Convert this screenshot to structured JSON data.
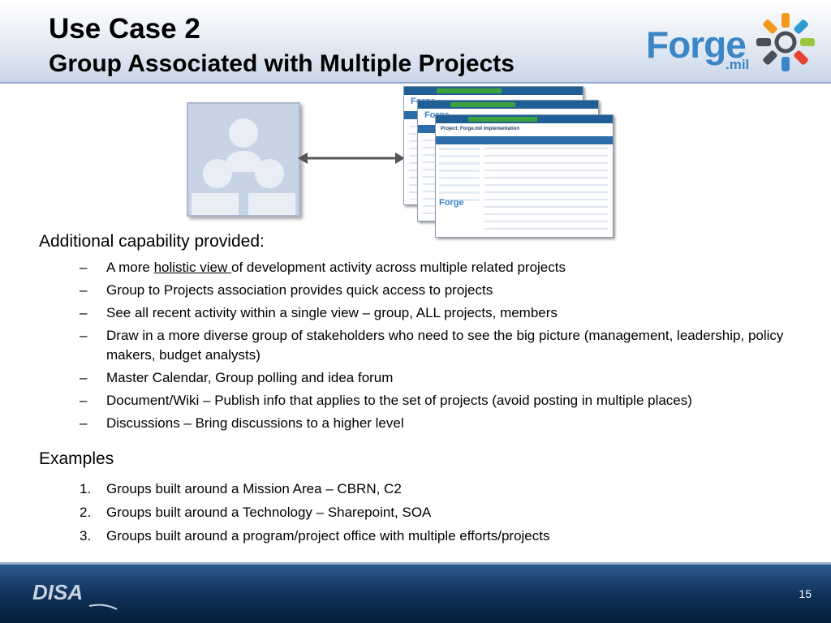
{
  "slide": {
    "title_line1": "Use Case 2",
    "title_line2": "Group Associated with Multiple Projects",
    "page_number": "15"
  },
  "logo": {
    "brand": "Forge",
    "suffix": ".mil",
    "footer_brand": "DISA"
  },
  "capability": {
    "heading": "Additional capability provided:",
    "items": [
      {
        "before": "A more ",
        "underlined": "holistic view ",
        "after": "of development activity across multiple related projects"
      },
      {
        "text": "Group to Projects association provides quick access to projects"
      },
      {
        "text": "See all recent activity within a single view – group, ALL projects, members"
      },
      {
        "text": "Draw in a more diverse group of stakeholders who need to see the big picture (management, leadership, policy makers, budget analysts)"
      },
      {
        "text": "Master Calendar, Group polling and idea forum"
      },
      {
        "text": "Document/Wiki – Publish info that applies to the set of projects (avoid posting in multiple places)"
      },
      {
        "text": "Discussions – Bring discussions to a higher level"
      }
    ],
    "bullet_marker": "–"
  },
  "examples": {
    "heading": "Examples",
    "items": [
      {
        "num": "1.",
        "text": "Groups built around a Mission Area – CBRN, C2"
      },
      {
        "num": "2.",
        "text": "Groups built around a Technology – Sharepoint, SOA"
      },
      {
        "num": "3.",
        "text": "Groups built around a program/project office with multiple efforts/projects"
      }
    ]
  },
  "illustration": {
    "group_icon": "group-people-icon",
    "connector_icon": "double-arrow-icon",
    "screenshot_logo": "Forge",
    "screenshot_title": "Project: Forge.mil implementation"
  },
  "colors": {
    "forge_blue": "#3b86c6",
    "footer_navy": "#0e2f57",
    "card_fill": "#c8d4e5"
  }
}
